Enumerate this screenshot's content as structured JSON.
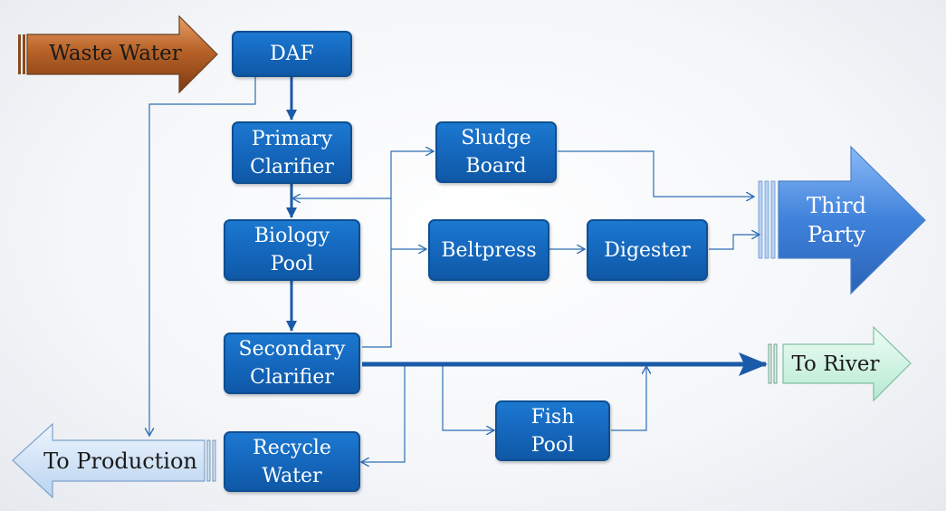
{
  "nodes": {
    "daf": "DAF",
    "primary_clarifier": "Primary\nClarifier",
    "biology_pool": "Biology\nPool",
    "secondary_clarifier": "Secondary\nClarifier",
    "recycle_water": "Recycle\nWater",
    "sludge_board": "Sludge\nBoard",
    "beltpress": "Beltpress",
    "digester": "Digester",
    "fish_pool": "Fish\nPool"
  },
  "endpoints": {
    "waste_water": "Waste Water",
    "third_party": "Third\nParty",
    "to_river": "To River",
    "to_production": "To Production"
  },
  "colors": {
    "box": "#1466bb",
    "box_border": "#0e4f92",
    "connector": "#2f6fb4",
    "main_flow": "#1a5aa8",
    "waste_water_arrow": "#a85a22",
    "third_party_arrow": "#3d7fdc",
    "to_river_arrow": "#c9f2df",
    "to_production_arrow": "#c9def4"
  }
}
